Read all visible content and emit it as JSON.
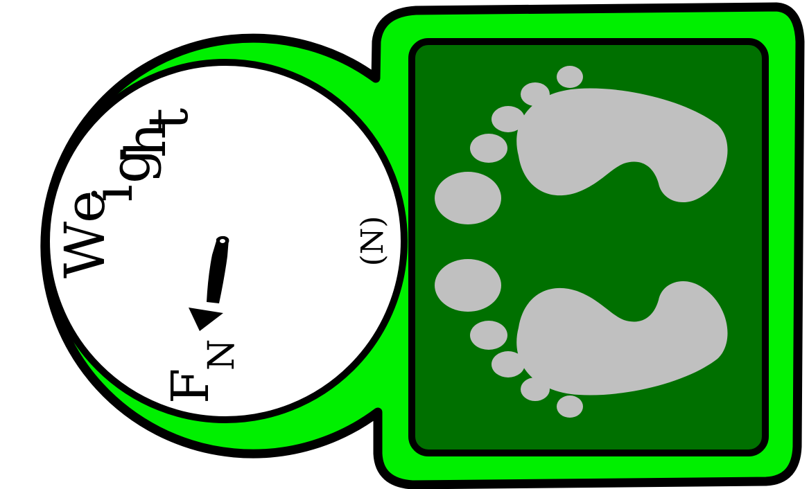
{
  "dial": {
    "word": [
      "W",
      "e",
      "i",
      "g",
      "h",
      "t"
    ],
    "unit": "(N)",
    "force_letter": "F",
    "force_subscript": "N"
  },
  "colors": {
    "outline": "#000000",
    "bright_green": "#00f000",
    "dark_green": "#007000",
    "dial_face": "#ffffff",
    "footprint": "#c0c0c0"
  },
  "icons": {
    "needle": "pointer-needle-icon",
    "footprints": "footprint-icon"
  }
}
